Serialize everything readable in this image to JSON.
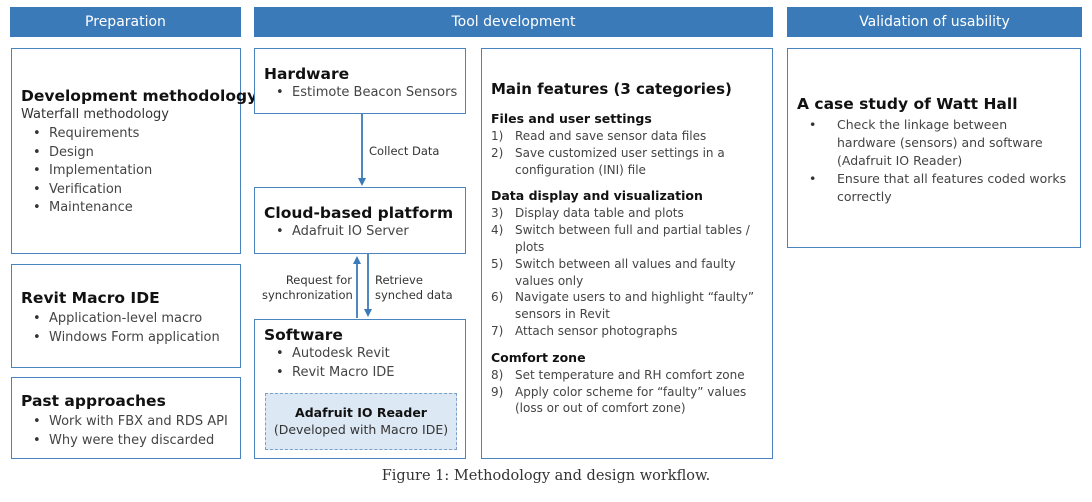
{
  "headers": {
    "preparation": "Preparation",
    "tool_development": "Tool development",
    "validation": "Validation of usability"
  },
  "dev_methodology": {
    "title": "Development methodology",
    "subtitle": "Waterfall methodology",
    "items": [
      "Requirements",
      "Design",
      "Implementation",
      "Verification",
      "Maintenance"
    ]
  },
  "revit_macro": {
    "title": "Revit Macro IDE",
    "items": [
      "Application-level macro",
      "Windows Form application"
    ]
  },
  "past": {
    "title": "Past approaches",
    "items": [
      "Work with FBX and RDS API",
      "Why were they discarded"
    ]
  },
  "hardware": {
    "title": "Hardware",
    "items": [
      "Estimote Beacon Sensors"
    ]
  },
  "cloud": {
    "title": "Cloud-based platform",
    "items": [
      "Adafruit IO Server"
    ]
  },
  "software": {
    "title": "Software",
    "items": [
      "Autodesk Revit",
      "Revit Macro IDE"
    ],
    "reader_title": "Adafruit IO Reader",
    "reader_sub": "(Developed with Macro IDE)"
  },
  "arrows": {
    "collect": "Collect Data",
    "request_1": "Request for",
    "request_2": "synchronization",
    "retrieve_1": "Retrieve",
    "retrieve_2": "synched data"
  },
  "features": {
    "title": "Main features (3 categories)",
    "sections": [
      {
        "title": "Files and user settings",
        "items": [
          {
            "num": "1)",
            "text": "Read and save sensor data files"
          },
          {
            "num": "2)",
            "text": "Save customized user settings in a configuration (INI) file"
          }
        ]
      },
      {
        "title": "Data display and visualization",
        "items": [
          {
            "num": "3)",
            "text": "Display data table and plots"
          },
          {
            "num": "4)",
            "text": "Switch between full and partial tables / plots"
          },
          {
            "num": "5)",
            "text": "Switch between all values and faulty values only"
          },
          {
            "num": "6)",
            "text": "Navigate users to and highlight “faulty” sensors in Revit"
          },
          {
            "num": "7)",
            "text": "Attach sensor photographs"
          }
        ]
      },
      {
        "title": "Comfort zone",
        "items": [
          {
            "num": "8)",
            "text": "Set temperature and RH comfort zone"
          },
          {
            "num": "9)",
            "text": "Apply color scheme for “faulty” values (loss or out of comfort zone)"
          }
        ]
      }
    ]
  },
  "watt": {
    "title": "A case study of Watt Hall",
    "items": [
      "Check the linkage between hardware (sensors) and software (Adafruit IO Reader)",
      "Ensure that all features coded works correctly"
    ]
  },
  "caption": "Figure 1: Methodology and design workflow.",
  "colors": {
    "header_bg": "#3a7ab8",
    "box_border": "#4a84bf",
    "arrow": "#3a7ab8",
    "reader_fill": "#dce8f4"
  }
}
